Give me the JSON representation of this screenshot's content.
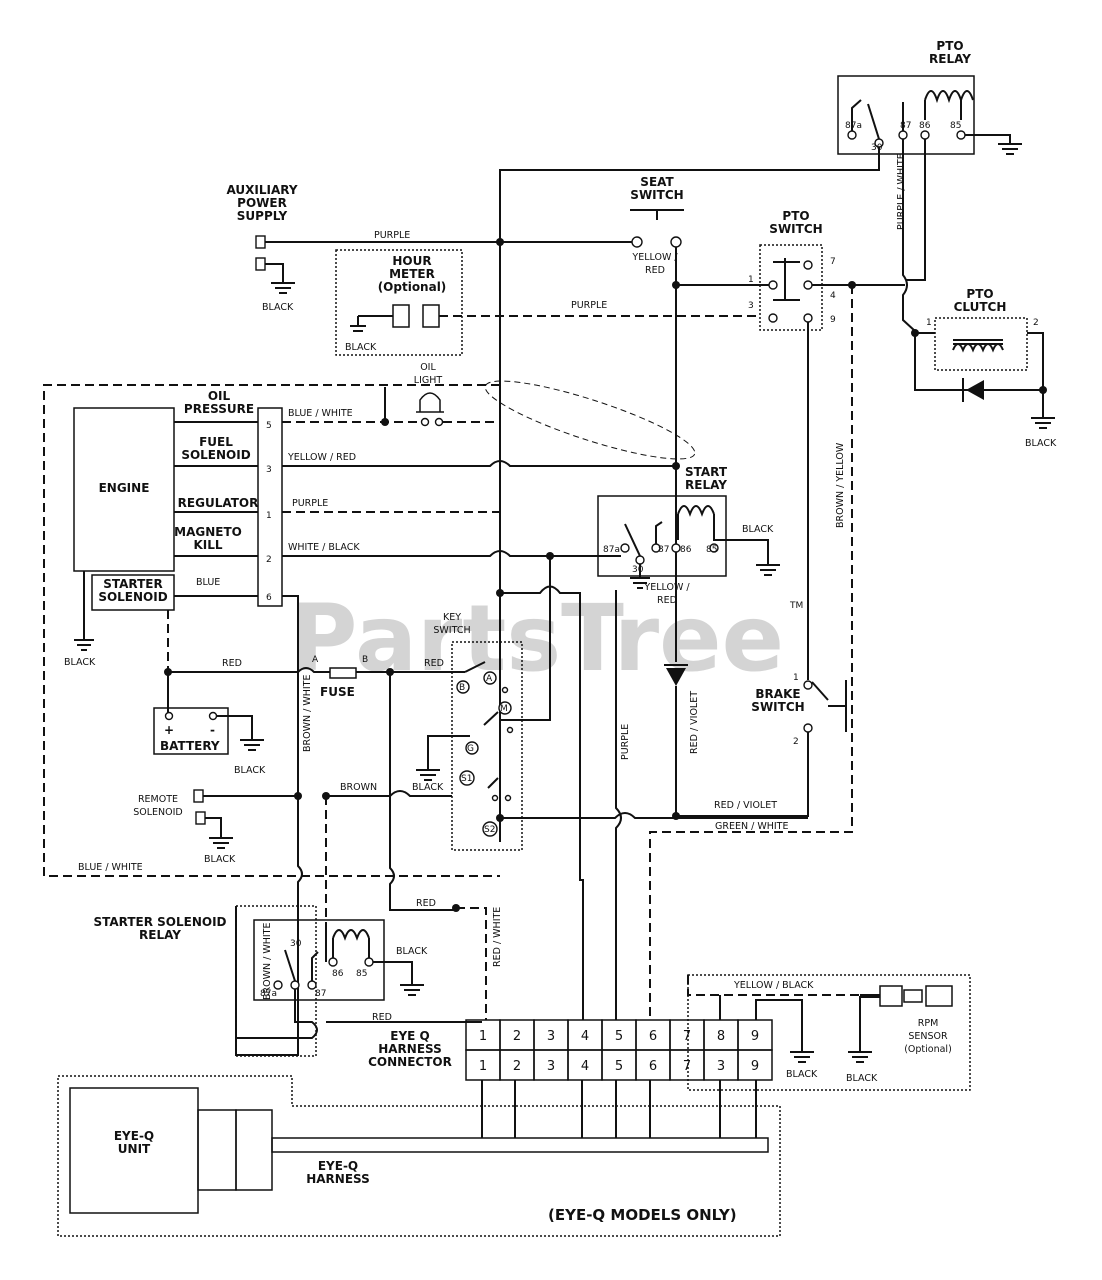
{
  "watermark": "PartsTree",
  "watermark_tm": "TM",
  "components": {
    "pto_relay": "PTO\nRELAY",
    "seat_switch": "SEAT\nSWITCH",
    "pto_switch": "PTO\nSWITCH",
    "pto_clutch": "PTO\nCLUTCH",
    "aux_power": "AUXILIARY\nPOWER\nSUPPLY",
    "hour_meter": "HOUR\nMETER\n(Optional)",
    "oil_light": "OIL\nLIGHT",
    "engine": "ENGINE",
    "starter_solenoid": "STARTER\nSOLENOID",
    "start_relay": "START\nRELAY",
    "key_switch": "KEY\nSWITCH",
    "fuse": "FUSE",
    "battery": "BATTERY",
    "remote_solenoid": "REMOTE\nSOLENOID",
    "brake_switch": "BRAKE\nSWITCH",
    "starter_solenoid_relay": "STARTER SOLENOID\nRELAY",
    "eyeq_connector": "EYE Q\nHARNESS\nCONNECTOR",
    "rpm_sensor": "RPM\nSENSOR\n(Optional)",
    "eyeq_unit": "EYE-Q\nUNIT",
    "eyeq_harness": "EYE-Q\nHARNESS",
    "eyeq_models": "(EYE-Q MODELS ONLY)"
  },
  "engine_terminals": [
    {
      "label": "OIL\nPRESSURE",
      "pin": "5"
    },
    {
      "label": "FUEL\nSOLENOID",
      "pin": "3"
    },
    {
      "label": "REGULATOR",
      "pin": "1"
    },
    {
      "label": "MAGNETO\nKILL",
      "pin": "2"
    },
    {
      "label": "",
      "pin": "6"
    }
  ],
  "wires": {
    "purple": "PURPLE",
    "black": "BLACK",
    "blue_white": "BLUE / WHITE",
    "yellow_red": "YELLOW / RED",
    "white_black": "WHITE / BLACK",
    "blue": "BLUE",
    "red": "RED",
    "brown": "BROWN",
    "brown_white": "BROWN / WHITE",
    "brown_yellow": "BROWN / YELLOW",
    "purple_white": "PURPLE / WHITE",
    "red_violet": "RED / VIOLET",
    "green_white": "GREEN / WHITE",
    "red_white": "RED / WHITE",
    "yellow_black": "YELLOW / BLACK",
    "yellow_red_slash": "YELLOW /\nRED"
  },
  "relay_pins": {
    "p87a": "87a",
    "p30": "30",
    "p87": "87",
    "p86": "86",
    "p85": "85"
  },
  "pto_switch_pins": [
    "1",
    "3",
    "7",
    "4",
    "9"
  ],
  "pto_clutch_pins": [
    "1",
    "2"
  ],
  "brake_switch_pins": [
    "1",
    "2"
  ],
  "fuse_pins": [
    "A",
    "B"
  ],
  "battery_signs": [
    "+",
    "-"
  ],
  "key_switch_positions": [
    "B",
    "A",
    "M",
    "G",
    "S1",
    "S2"
  ],
  "connector_top": [
    "1",
    "2",
    "3",
    "4",
    "5",
    "6",
    "7",
    "8",
    "9"
  ],
  "connector_bottom": [
    "1",
    "2",
    "3",
    "4",
    "5",
    "6",
    "7",
    "3",
    "9"
  ]
}
